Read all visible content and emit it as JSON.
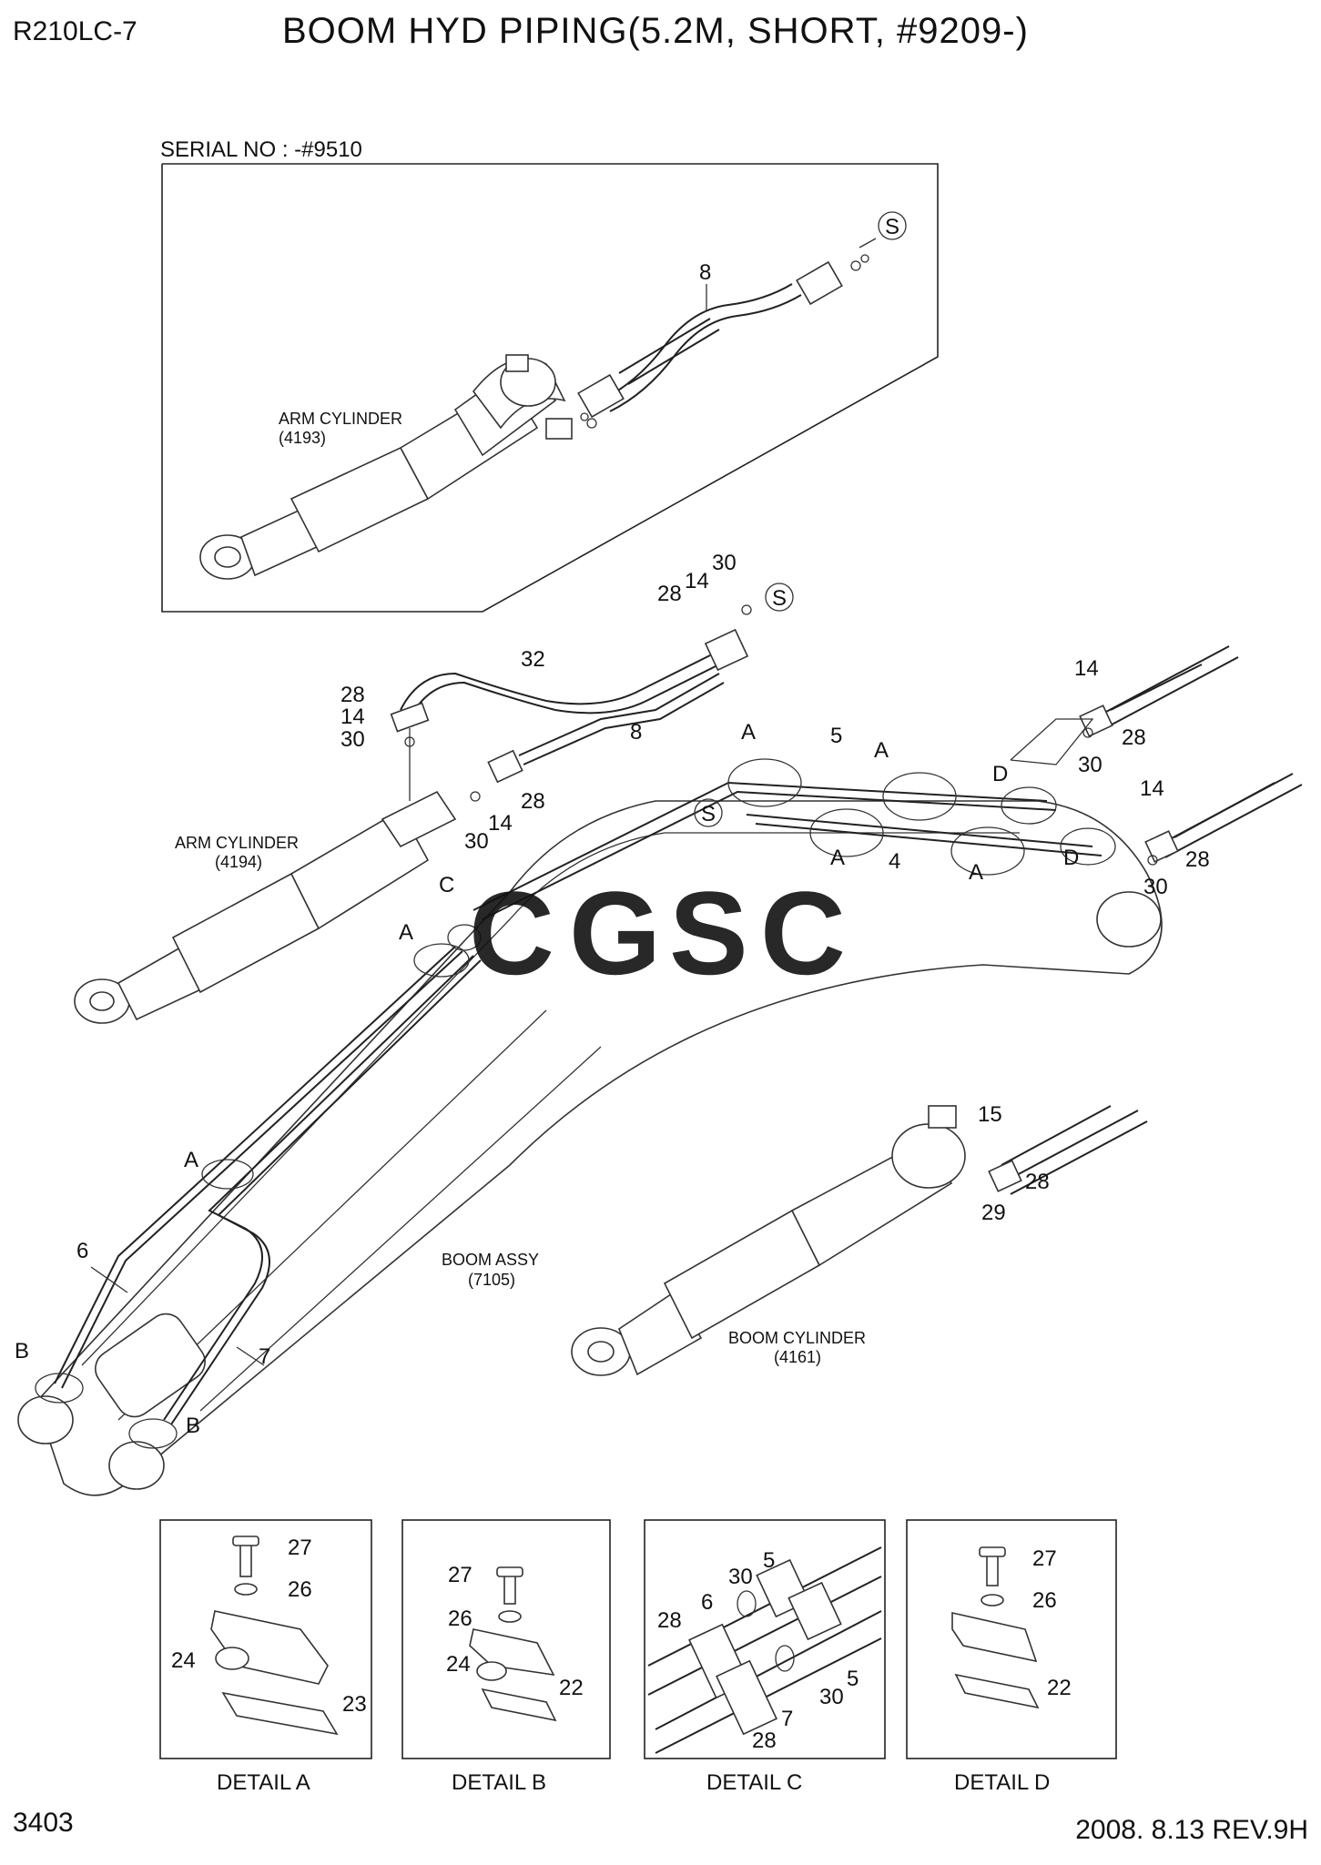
{
  "header": {
    "model": "R210LC-7",
    "title": "BOOM HYD PIPING(5.2M, SHORT, #9209-)"
  },
  "footer": {
    "page_number": "3403",
    "date_rev": "2008. 8.13  REV.9H"
  },
  "inset": {
    "serial": "SERIAL NO : -#9510",
    "arm_cylinder": "ARM CYLINDER",
    "arm_cylinder_code": "(4193)",
    "labels": [
      "8",
      "S"
    ]
  },
  "main": {
    "arm_cylinder": "ARM CYLINDER",
    "arm_cylinder_code": "(4194)",
    "boom_assy": "BOOM ASSY",
    "boom_assy_code": "(7105)",
    "boom_cylinder": "BOOM CYLINDER",
    "boom_cylinder_code": "(4161)",
    "numbers": [
      "28",
      "14",
      "30",
      "32",
      "8",
      "28",
      "14",
      "30",
      "S",
      "30",
      "14",
      "28",
      "5",
      "A",
      "A",
      "D",
      "S",
      "A",
      "4",
      "A",
      "D",
      "14",
      "30",
      "28",
      "14",
      "28",
      "30",
      "C",
      "A",
      "15",
      "28",
      "29",
      "A",
      "6",
      "7",
      "B",
      "B"
    ]
  },
  "details": [
    {
      "caption": "DETAIL A",
      "numbers": [
        "27",
        "26",
        "24",
        "23"
      ]
    },
    {
      "caption": "DETAIL B",
      "numbers": [
        "27",
        "26",
        "24",
        "22"
      ]
    },
    {
      "caption": "DETAIL C",
      "numbers": [
        "30",
        "5",
        "28",
        "6",
        "30",
        "5",
        "7",
        "28"
      ]
    },
    {
      "caption": "DETAIL D",
      "numbers": [
        "27",
        "26",
        "22"
      ]
    }
  ],
  "watermark": {
    "letters": [
      "C",
      "G",
      "S",
      "C"
    ],
    "colors": [
      "#4a86e8",
      "#ea6b66",
      "#f3c23c",
      "#4fb27a"
    ]
  },
  "colors": {
    "line": "#222222",
    "background": "#ffffff"
  }
}
